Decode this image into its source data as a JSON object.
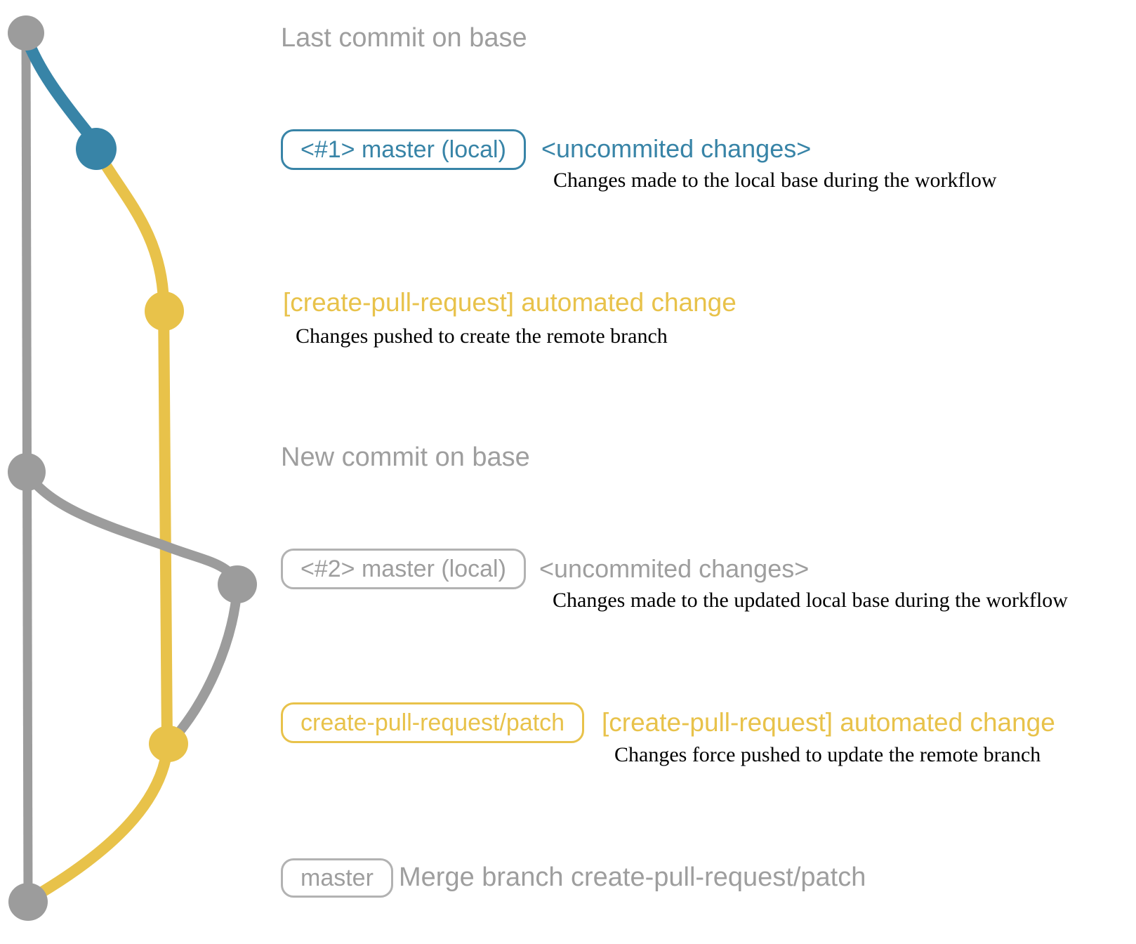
{
  "diagram": {
    "type": "git-graph",
    "colors": {
      "base_branch": "#9c9c9c",
      "local_changes_branch": "#3884a7",
      "remote_patch_branch": "#e8c24a",
      "gray_text": "#9e9e9e",
      "caption_text": "#000000"
    },
    "commits": [
      {
        "id": "base-last-commit",
        "color": "gray"
      },
      {
        "id": "local-uncommitted-1",
        "color": "blue"
      },
      {
        "id": "patch-commit-1",
        "color": "yellow"
      },
      {
        "id": "base-new-commit",
        "color": "gray"
      },
      {
        "id": "local-uncommitted-2",
        "color": "gray"
      },
      {
        "id": "patch-commit-2",
        "color": "yellow"
      },
      {
        "id": "base-merge-commit",
        "color": "gray"
      }
    ]
  },
  "annotations": [
    {
      "title": "Last commit on base"
    },
    {
      "badge": "<#1> master (local)",
      "title": "<uncommited changes>",
      "caption": "Changes made to the local base during the workflow"
    },
    {
      "title": "[create-pull-request] automated change",
      "caption": "Changes pushed to create the remote branch"
    },
    {
      "title": "New commit on base"
    },
    {
      "badge": "<#2> master (local)",
      "title": "<uncommited changes>",
      "caption": "Changes made to the updated local base during the workflow"
    },
    {
      "badge": "create-pull-request/patch",
      "title": "[create-pull-request] automated change",
      "caption": "Changes force pushed to update the remote branch"
    },
    {
      "badge": "master",
      "title": "Merge branch create-pull-request/patch"
    }
  ]
}
